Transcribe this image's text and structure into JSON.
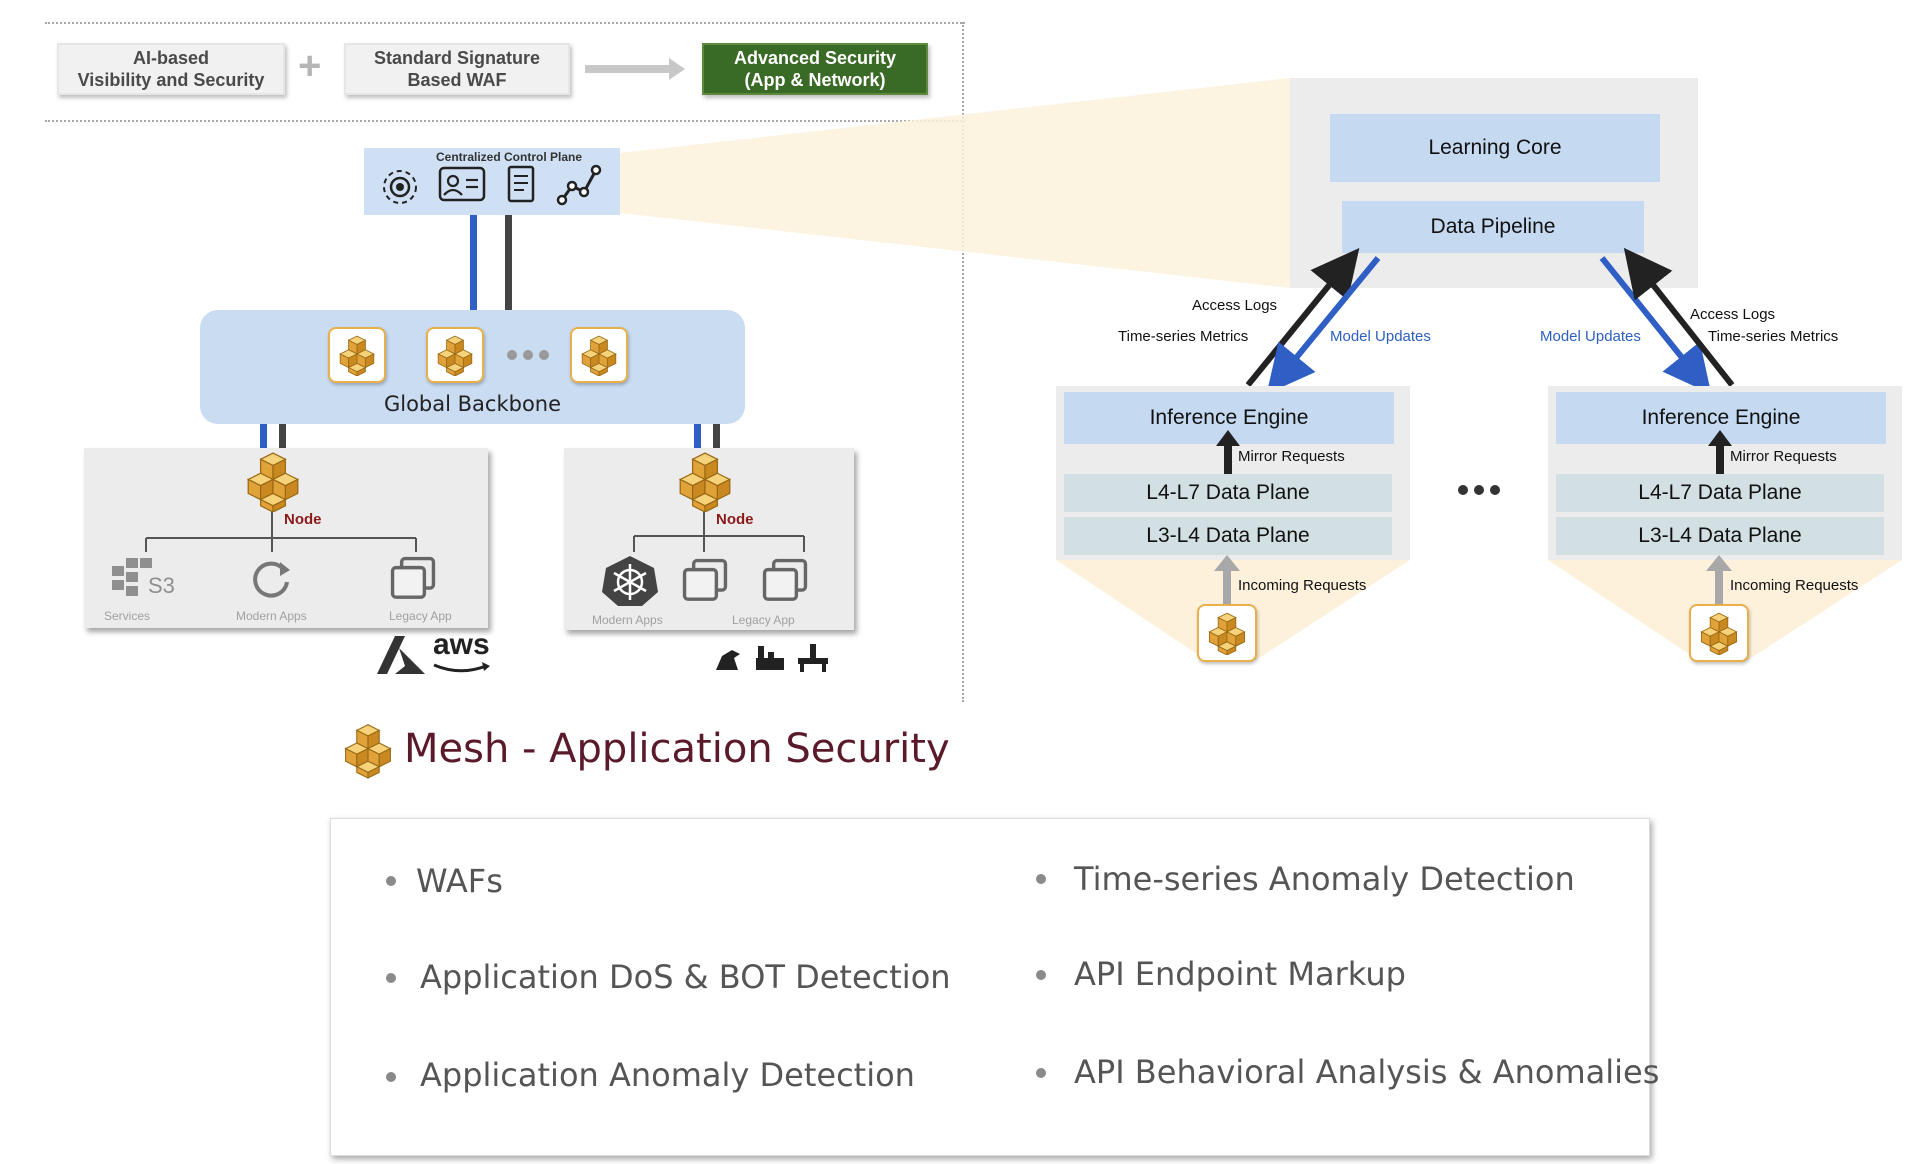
{
  "legend": {
    "ai_based": "AI-based\nVisibility and Security",
    "plus": "+",
    "signature_waf": "Standard Signature\nBased WAF",
    "advanced": "Advanced Security\n(App & Network)"
  },
  "control_plane": {
    "title": "Centralized Control Plane"
  },
  "backbone": {
    "label": "Global Backbone"
  },
  "left_region": {
    "node_label": "Node",
    "services": "Services",
    "s3": "S3",
    "modern_apps": "Modern Apps",
    "legacy_app": "Legacy App",
    "cloud_logo": "aws"
  },
  "right_region": {
    "node_label": "Node",
    "modern_apps": "Modern Apps",
    "legacy_app": "Legacy App"
  },
  "learning": {
    "learning_core": "Learning Core",
    "data_pipeline": "Data Pipeline"
  },
  "edge_left": {
    "access_logs": "Access Logs",
    "time_series": "Time-series Metrics",
    "model_updates": "Model Updates",
    "inference": "Inference Engine",
    "mirror": "Mirror Requests",
    "l4l7": "L4-L7 Data Plane",
    "l3l4": "L3-L4 Data Plane",
    "incoming": "Incoming Requests"
  },
  "edge_right": {
    "access_logs": "Access Logs",
    "time_series": "Time-series Metrics",
    "model_updates": "Model Updates",
    "inference": "Inference Engine",
    "mirror": "Mirror Requests",
    "l4l7": "L4-L7 Data Plane",
    "l3l4": "L3-L4 Data Plane",
    "incoming": "Incoming Requests"
  },
  "mesh": {
    "title": "Mesh -  Application Security"
  },
  "features": {
    "left": [
      "WAFs",
      "Application DoS & BOT Detection",
      "Application Anomaly Detection"
    ],
    "right": [
      "Time-series Anomaly Detection",
      "API Endpoint Markup",
      "API Behavioral Analysis & Anomalies"
    ]
  },
  "colors": {
    "blue_link": "#2f5fc4",
    "dark_link": "#333333",
    "node_gold": "#e8b04a",
    "mesh_title": "#5a1a2a"
  },
  "icons": [
    "settings-gear-icon",
    "id-card-icon",
    "document-icon",
    "graph-nodes-icon",
    "mesh-node-icon",
    "kubernetes-icon",
    "refresh-icon",
    "window-icon",
    "azure-logo-icon",
    "industrial-icon"
  ]
}
